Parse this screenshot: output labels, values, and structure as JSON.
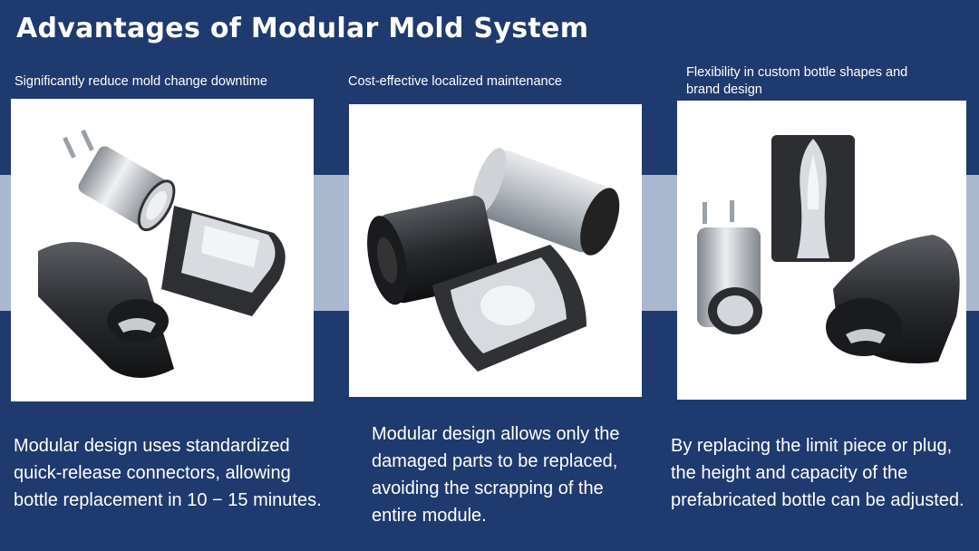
{
  "page": {
    "title": "Advantages of Modular Mold System"
  },
  "columns": [
    {
      "caption": "Significantly reduce mold change downtime",
      "description_lines": [
        "Modular design uses standardized",
        "quick-release connectors, allowing",
        "bottle replacement in 10 − 15 minutes."
      ]
    },
    {
      "caption": "Cost-effective localized maintenance",
      "description_lines": [
        "Modular design allows only the",
        "damaged parts to be replaced,",
        "avoiding the scrapping of the",
        "entire module."
      ]
    },
    {
      "caption_lines": [
        "Flexibility in custom bottle shapes and",
        "brand design"
      ],
      "description_lines": [
        "By replacing the limit piece or plug,",
        "the height and capacity of the",
        "prefabricated bottle can be adjusted."
      ]
    }
  ],
  "colors": {
    "background": "#1f3a6e",
    "band": "#a9b8cf",
    "panel": "#ffffff",
    "text": "#ffffff"
  }
}
